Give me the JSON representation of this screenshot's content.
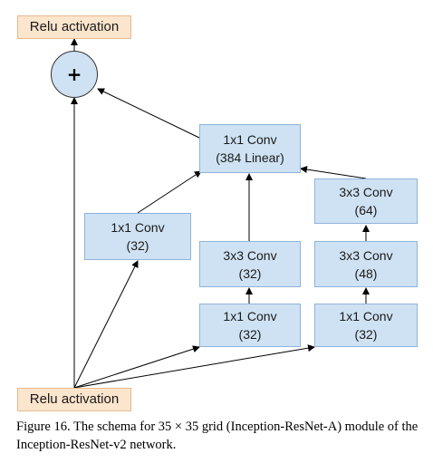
{
  "nodes": {
    "relu_top": {
      "label": "Relu activation"
    },
    "add": {
      "symbol": "+"
    },
    "conv_linear": {
      "line1": "1x1 Conv",
      "line2": "(384 Linear)"
    },
    "branch1_conv1x1": {
      "line1": "1x1 Conv",
      "line2": "(32)"
    },
    "branch2_conv3x3": {
      "line1": "3x3 Conv",
      "line2": "(32)"
    },
    "branch2_conv1x1": {
      "line1": "1x1 Conv",
      "line2": "(32)"
    },
    "branch3_conv3x3_top": {
      "line1": "3x3 Conv",
      "line2": "(64)"
    },
    "branch3_conv3x3_mid": {
      "line1": "3x3 Conv",
      "line2": "(48)"
    },
    "branch3_conv1x1": {
      "line1": "1x1 Conv",
      "line2": "(32)"
    },
    "relu_bottom": {
      "label": "Relu activation"
    }
  },
  "colors": {
    "conv_fill": "#cfe2f3",
    "relu_fill": "#fce5cd",
    "add_fill": "#cfe2f3"
  },
  "caption": "Figure 16. The schema for 35 × 35 grid (Inception-ResNet-A) module of the Inception-ResNet-v2 network."
}
